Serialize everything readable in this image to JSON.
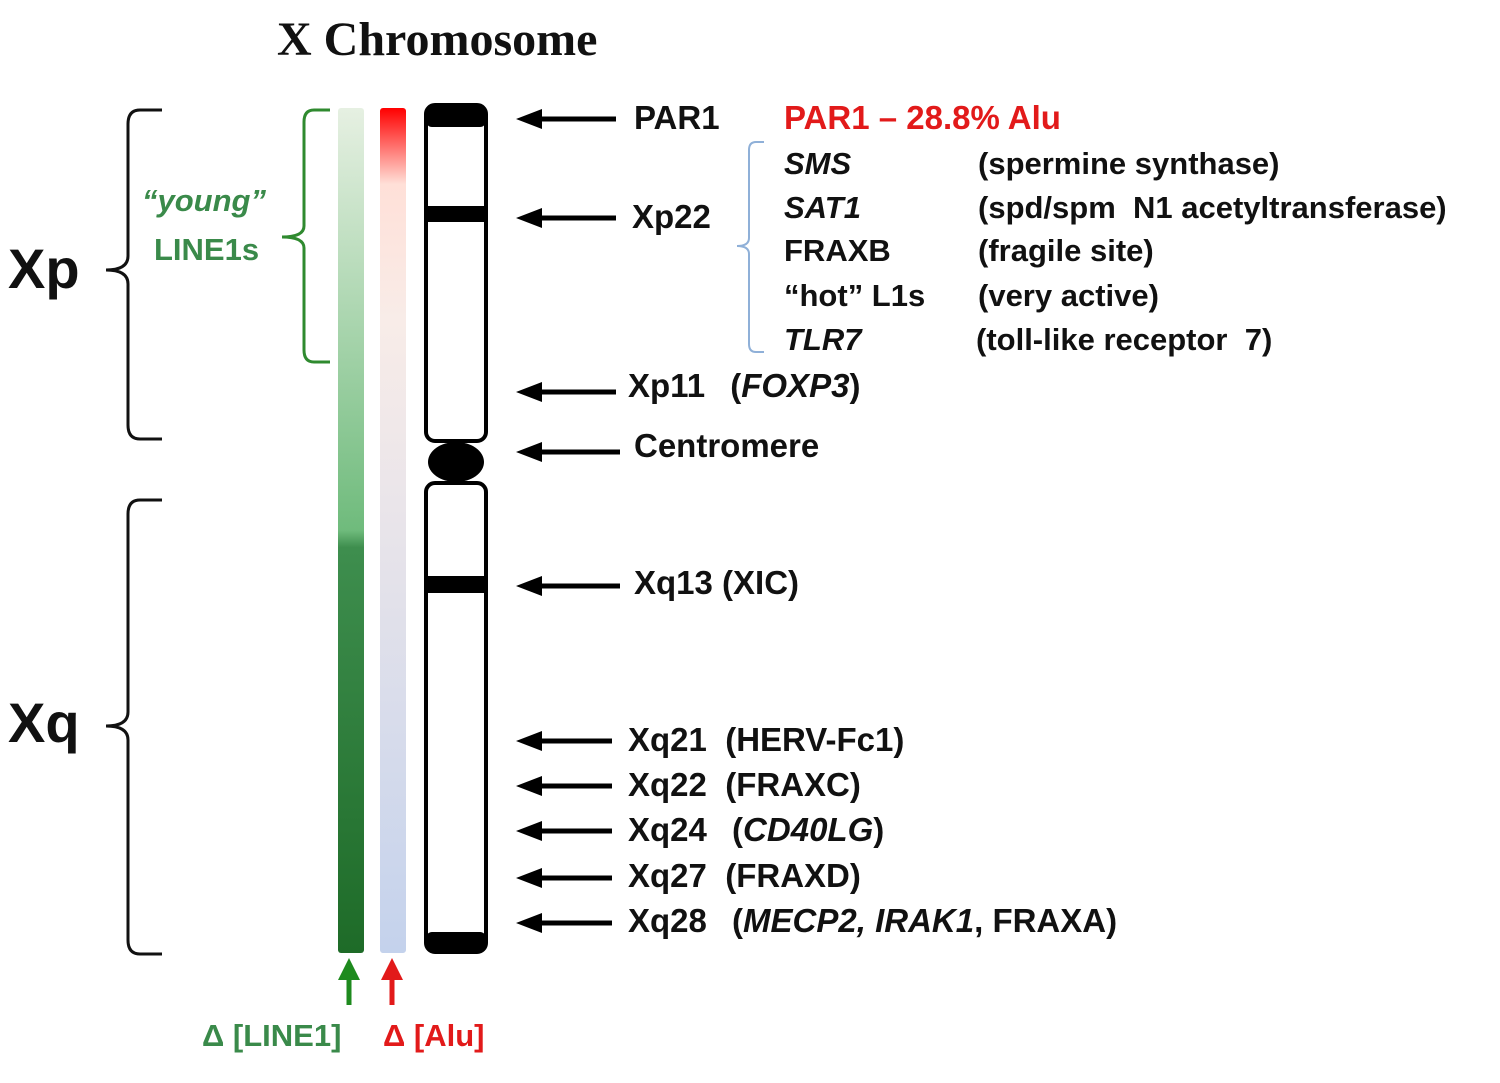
{
  "title": "X Chromosome",
  "arms": {
    "p": "Xp",
    "q": "Xq"
  },
  "young_line1": {
    "quote": "“young”",
    "label": "LINE1s"
  },
  "gradients": {
    "line1": "Δ [LINE1]",
    "alu": "Δ [Alu]"
  },
  "colors": {
    "line1_dark": "#1e6b28",
    "line1_light": "#e4efe0",
    "alu_red": "#ff0000",
    "alu_blue": "#c4d2ec",
    "highlight": "#e21a1a",
    "bracket_green": "#2f8a2f",
    "bracket_blue": "#8fb0d8"
  },
  "loci": {
    "par1": "PAR1",
    "xp22": "Xp22",
    "xp11": {
      "name": "Xp11",
      "paren_open": "(",
      "gene": "FOXP3",
      "paren_close": ")"
    },
    "centromere": "Centromere",
    "xq13": "Xq13 (XIC)",
    "xq21": "Xq21  (HERV-Fc1)",
    "xq22": "Xq22  (FRAXC)",
    "xq24": {
      "name": "Xq24",
      "paren_open": "(",
      "gene": "CD40LG",
      "paren_close": ")"
    },
    "xq27": "Xq27  (FRAXD)",
    "xq28": {
      "name": "Xq28",
      "paren_open": "(",
      "genes_italic": "MECP2, IRAK1",
      "rest": ", FRAXA)"
    }
  },
  "par1_note": "PAR1 – 28.8% Alu",
  "xp22_genes": [
    {
      "name": "SMS",
      "italic": true,
      "desc": "(spermine synthase)"
    },
    {
      "name": "SAT1",
      "italic": true,
      "desc": "(spd/spm  N1 acetyltransferase)"
    },
    {
      "name": "FRAXB",
      "italic": false,
      "desc": "(fragile site)"
    },
    {
      "name": "“hot” L1s",
      "italic": false,
      "desc": "(very active)"
    },
    {
      "name": "TLR7",
      "italic": true,
      "desc": "(toll-like receptor  7)"
    }
  ]
}
